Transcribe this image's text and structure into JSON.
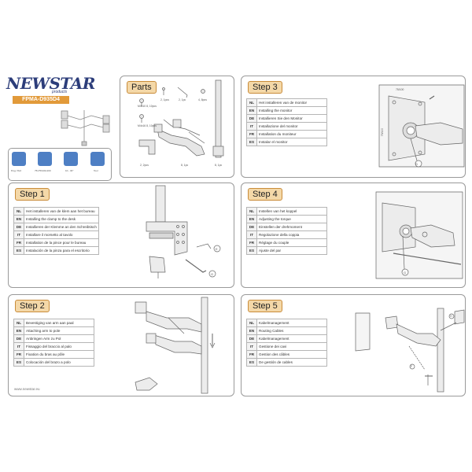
{
  "header": {
    "brand": "NEWSTAR",
    "brand_sub": "products",
    "model": "FPMA-D935D4"
  },
  "specs": [
    {
      "label": "8 kg / 8x2",
      "icon": "weight-icon",
      "color": "#5b86c9"
    },
    {
      "label": "75x75/100x100",
      "icon": "vesa-icon",
      "color": "#5b86c9"
    },
    {
      "label": "10 - 30\"",
      "icon": "screen-size-icon",
      "color": "#5b86c9"
    },
    {
      "label": "Tool",
      "icon": "tools-icon",
      "color": "#5b86c9"
    }
  ],
  "parts": {
    "title": "Parts",
    "labels": {
      "a": "M4x10\n8, 10pcs",
      "b": "2, 1pcs",
      "c": "2, 1pc",
      "d": "4, 8pcs",
      "e": "M4x16\n8, 10pcs",
      "f": "8, 1pc",
      "g": "2, 2pcs",
      "h": "8, 1pc"
    }
  },
  "steps": [
    {
      "title": "Step 3",
      "rows": [
        {
          "code": "NL",
          "text": "Het installeren van de monitor"
        },
        {
          "code": "EN",
          "text": "Installing the monitor"
        },
        {
          "code": "DE",
          "text": "Installieren Sie den Monitor"
        },
        {
          "code": "IT",
          "text": "Installazione del monitor"
        },
        {
          "code": "FR",
          "text": "Installation du moniteur"
        },
        {
          "code": "ES",
          "text": "Instalar el monitor"
        }
      ],
      "dims": [
        "75/100",
        "75/100"
      ]
    },
    {
      "title": "Step 1",
      "rows": [
        {
          "code": "NL",
          "text": "Het installeren van de klem aan het bureau"
        },
        {
          "code": "EN",
          "text": "Installing the clamp to the desk"
        },
        {
          "code": "DE",
          "text": "Installieren der Klemme an den Schreibtisch"
        },
        {
          "code": "IT",
          "text": "Installare il morsetto al tavolo"
        },
        {
          "code": "FR",
          "text": "Installation de la pince pour le bureau"
        },
        {
          "code": "ES",
          "text": "Instalación de la pinza para el escritorio"
        }
      ]
    },
    {
      "title": "Step 4",
      "rows": [
        {
          "code": "NL",
          "text": "Instellen van het koppel"
        },
        {
          "code": "EN",
          "text": "Adjusting the torque"
        },
        {
          "code": "DE",
          "text": "Einstellen der drehmoment"
        },
        {
          "code": "IT",
          "text": "Regolazione della coppia"
        },
        {
          "code": "FR",
          "text": "Réglage du couple"
        },
        {
          "code": "ES",
          "text": "Ajuste del par"
        }
      ]
    },
    {
      "title": "Step 2",
      "rows": [
        {
          "code": "NL",
          "text": "Bevestiging van arm aan paal"
        },
        {
          "code": "EN",
          "text": "Attaching arm to pole"
        },
        {
          "code": "DE",
          "text": "Anbringen Arm zu Pol"
        },
        {
          "code": "IT",
          "text": "Fissaggio del braccio al palo"
        },
        {
          "code": "FR",
          "text": "Fixation du bras au pôle"
        },
        {
          "code": "ES",
          "text": "Colocación del brazo a polo"
        }
      ]
    },
    {
      "title": "Step 5",
      "rows": [
        {
          "code": "NL",
          "text": "Kabelmanagement"
        },
        {
          "code": "EN",
          "text": "Routing Cables"
        },
        {
          "code": "DE",
          "text": "Kabelmanagement"
        },
        {
          "code": "IT",
          "text": "Gestione dei cavi"
        },
        {
          "code": "FR",
          "text": "Gestion des câbles"
        },
        {
          "code": "ES",
          "text": "De gestión de cables"
        }
      ]
    }
  ],
  "callouts": {
    "step3_d": "D",
    "step1_e": "E",
    "step1_g": "G",
    "step4_g": "G",
    "step5_h": "H",
    "step5_f": "F"
  },
  "footer": {
    "url": "www.newstar.eu"
  }
}
